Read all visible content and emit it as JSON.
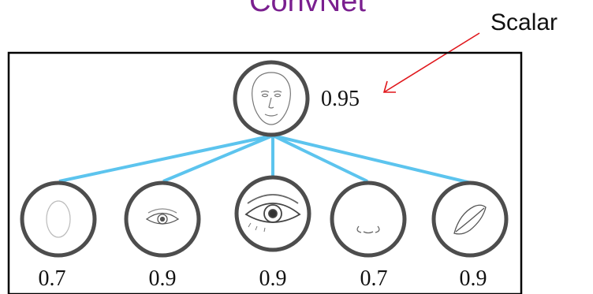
{
  "title": "ConvNet",
  "annotation": {
    "label": "Scalar",
    "arrow_color": "#e0161b"
  },
  "colors": {
    "title": "#7a1f8f",
    "edges": "#5cc4ee",
    "circle_border": "#4d4d4d",
    "frame": "#000000"
  },
  "root": {
    "icon": "face-icon",
    "score": "0.95"
  },
  "children": [
    {
      "icon": "face-outline-icon",
      "score": "0.7"
    },
    {
      "icon": "eye-small-icon",
      "score": "0.9"
    },
    {
      "icon": "eye-large-icon",
      "score": "0.9"
    },
    {
      "icon": "nose-icon",
      "score": "0.7"
    },
    {
      "icon": "lips-icon",
      "score": "0.9"
    }
  ]
}
